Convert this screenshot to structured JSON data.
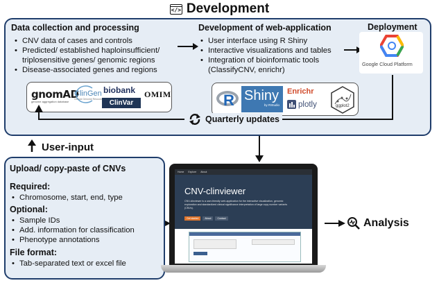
{
  "title": {
    "text": "Development",
    "icon": "code-window-icon"
  },
  "data_collection": {
    "heading": "Data collection and processing",
    "items": [
      "CNV data of cases and controls",
      "Predicted/ established haploinsufficient/",
      "triplosensitive genes/ genomic regions",
      "Disease-associated genes and regions"
    ],
    "logos": {
      "gnomad": "gnomAD",
      "gnomad_sub": "genome aggregation database",
      "clingen": "ClinGen",
      "clingen_sub": "Clinical Genome Resource",
      "biobank": "biobank",
      "clinvar": "ClinVar",
      "omim": "OMIM"
    }
  },
  "web_dev": {
    "heading": "Development of web-application",
    "items": [
      "User interface using R Shiny",
      "Interactive visualizations and tables",
      "Integration of bioinformatic tools",
      "(ClassifyCNV, enrichr)"
    ],
    "logos": {
      "r": "R",
      "shiny": "Shiny",
      "shiny_sub": "by RStudio",
      "enrichr": "Enrichr",
      "plotly": "plotly",
      "ggplot2": "ggplot2"
    }
  },
  "deployment": {
    "heading": "Deployment",
    "logo_text": "Google Cloud Platform"
  },
  "updates": {
    "label": "Quarterly updates"
  },
  "user_input": {
    "label": "User-input"
  },
  "upload": {
    "heading": "Upload/ copy-paste of CNVs",
    "required_label": "Required:",
    "required_items": [
      "Chromosome, start, end, type"
    ],
    "optional_label": "Optional:",
    "optional_items": [
      "Sample IDs",
      "Add. information for classification",
      "Phenotype annotations"
    ],
    "format_label": "File format:",
    "format_items": [
      "Tab-separated text or excel file"
    ]
  },
  "app": {
    "title": "CNV-clinviewer",
    "description": "CNV-clinviewer is a user-friendly web-application for the interactive visualization, genomic exploration and standardized clinical significance interpretation of large copy number variants (CNVs).",
    "nav": [
      "Home",
      "Explore",
      "About"
    ],
    "buttons": [
      "Get started",
      "About",
      "Contact"
    ]
  },
  "analysis": {
    "label": "Analysis"
  },
  "colors": {
    "panel_bg": "#e6edf5",
    "panel_border": "#1f3d6b",
    "app_header": "#2c3e55"
  }
}
